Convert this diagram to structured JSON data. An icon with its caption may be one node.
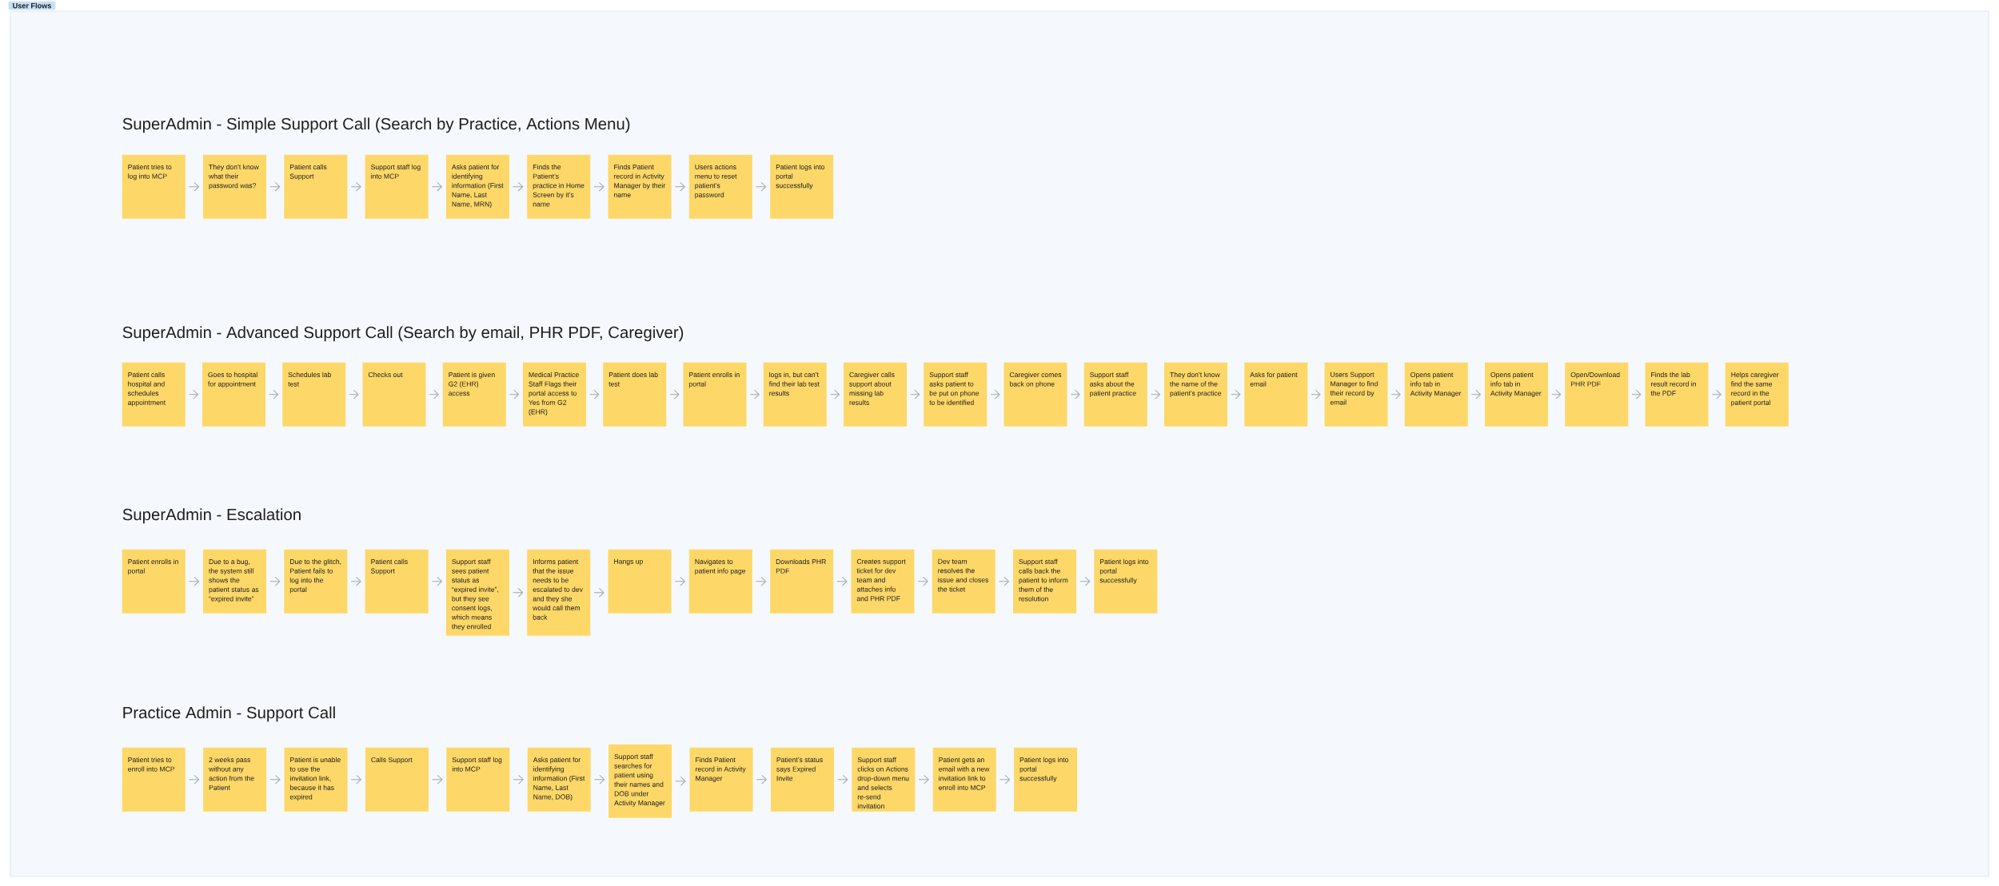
{
  "diagram": {
    "nodes": [
      {
        "text": [
          "Patient tries to log into MCP"
        ]
      },
      {
        "text": [
          "They don’t know what their password was?"
        ]
      },
      {
        "text": [
          "Patient calls Support"
        ]
      },
      {
        "text": [
          "Support staff log into MCP"
        ]
      },
      {
        "text": [
          "Asks patient for identifying information (First Name, Last Name, MRN)"
        ]
      },
      {
        "text": [
          "Finds the Patient’s practice in Home Screen by it’s name"
        ]
      },
      {
        "text": [
          "Finds Patient record in Activity Manager by their name"
        ]
      },
      {
        "text": [
          "Users actions menu to reset patient’s password"
        ]
      },
      {
        "text": [
          "Patient logs into portal successfully"
        ]
      },
      {
        "text": [
          "Patient calls hospital and schedules appointment"
        ]
      },
      {
        "text": [
          "Goes to hospital for appointment"
        ]
      },
      {
        "text": [
          "Schedules lab test"
        ]
      },
      {
        "text": [
          "Checks out"
        ]
      },
      {
        "text": [
          "Patient is given G2 (EHR) access"
        ]
      },
      {
        "text": [
          "Medical Practice Staff Flags their portal access to Yes from G2 (EHR)"
        ]
      },
      {
        "text": [
          "Patient does lab test"
        ]
      },
      {
        "text": [
          "Patient enrolls in portal"
        ]
      },
      {
        "text": [
          "logs in, but can’t find their lab test results"
        ]
      },
      {
        "text": [
          "Caregiver calls support about missing lab results"
        ]
      },
      {
        "text": [
          "Support staff asks patient to be put on phone to be identified"
        ]
      },
      {
        "text": [
          "Caregiver comes back on phone"
        ]
      },
      {
        "text": [
          "Support staff asks about the patient practice"
        ]
      },
      {
        "text": [
          "They don’t know the name of the patient’s practice"
        ]
      },
      {
        "text": [
          "Asks for patient email"
        ]
      },
      {
        "text": [
          "Users Support Manager to find their record by email"
        ]
      },
      {
        "text": [
          "Opens patient info tab in Activity Manager"
        ]
      },
      {
        "text": [
          "Opens patient info tab in Activity Manager"
        ]
      },
      {
        "text": [
          "Open/Download PHR PDF"
        ]
      },
      {
        "text": [
          "Finds the lab result record in the PDF"
        ]
      },
      {
        "text": [
          "Helps caregiver find the same record in the patient portal"
        ]
      },
      {
        "text": [
          "Patient enrolls in portal"
        ]
      },
      {
        "text": [
          "Due to a bug, the system still shows the patient status as “expired invite”"
        ]
      },
      {
        "text": [
          "Due to the glitch, Patient fails to log into the portal"
        ]
      },
      {
        "text": [
          "Patient calls Support"
        ]
      },
      {
        "text": [
          "Support staff sees patient status as “expired invite”, but they see consent logs, which means they enrolled"
        ]
      },
      {
        "text": [
          "Informs patient that the issue needs to be escalated to dev and they she would call them back"
        ]
      },
      {
        "text": [
          "Hangs up"
        ]
      },
      {
        "text": [
          "Navigates to patient info page"
        ]
      },
      {
        "text": [
          "Downloads PHR PDF"
        ]
      },
      {
        "text": [
          "Creates support ticket for dev team and attaches info and PHR PDF"
        ]
      },
      {
        "text": [
          "Dev team resolves the issue and closes the ticket"
        ]
      },
      {
        "text": [
          "Support staff calls back the patient to inform them of the resolution"
        ]
      },
      {
        "text": [
          "Patient logs into portal successfully"
        ]
      },
      {
        "text": [
          "Patient tries to enroll into MCP"
        ]
      },
      {
        "text": [
          "2 weeks pass without any action from the Patient"
        ]
      },
      {
        "text": [
          "Patient is unable to use the invitation link, because it has expired"
        ]
      },
      {
        "text": [
          "Calls Support"
        ]
      },
      {
        "text": [
          "Support staff log into MCP"
        ]
      },
      {
        "text": [
          "Asks patient for identifying information (First Name, Last Name, DOB)"
        ]
      },
      {
        "text": [
          "Support staff searches for patient using their names and DOB under Activity Manager"
        ]
      },
      {
        "text": [
          "Finds Patient record in Activity Manager"
        ]
      },
      {
        "text": [
          "Patient’s status says Expired Invite"
        ]
      },
      {
        "text": [
          "Support staff clicks on Actions drop-down menu and selects re-send invitation"
        ]
      },
      {
        "text": [
          "Patient gets an email with a new invitation link to enroll into MCP"
        ]
      },
      {
        "text": [
          "Patient logs into portal successfully"
        ]
      }
    ],
    "edges": [
      {
        "from": 0,
        "to": 1,
        "arrow": "to"
      },
      {
        "from": 1,
        "to": 2,
        "arrow": "to"
      },
      {
        "from": 2,
        "to": 3,
        "arrow": "to"
      },
      {
        "from": 3,
        "to": 4,
        "arrow": "to"
      },
      {
        "from": 4,
        "to": 5,
        "arrow": "to"
      },
      {
        "from": 5,
        "to": 6,
        "arrow": "to"
      },
      {
        "from": 6,
        "to": 7,
        "arrow": "to"
      },
      {
        "from": 7,
        "to": 8,
        "arrow": "to"
      },
      {
        "from": 9,
        "to": 10,
        "arrow": "to"
      },
      {
        "from": 10,
        "to": 11,
        "arrow": "to"
      },
      {
        "from": 11,
        "to": 12,
        "arrow": "to"
      },
      {
        "from": 12,
        "to": 13,
        "arrow": "to"
      },
      {
        "from": 13,
        "to": 14,
        "arrow": "to"
      },
      {
        "from": 14,
        "to": 15,
        "arrow": "to"
      },
      {
        "from": 15,
        "to": 16,
        "arrow": "to"
      },
      {
        "from": 16,
        "to": 17,
        "arrow": "to"
      },
      {
        "from": 17,
        "to": 18,
        "arrow": "to"
      },
      {
        "from": 18,
        "to": 19,
        "arrow": "to"
      },
      {
        "from": 19,
        "to": 20,
        "arrow": "to"
      },
      {
        "from": 20,
        "to": 21,
        "arrow": "to"
      },
      {
        "from": 21,
        "to": 22,
        "arrow": "to"
      },
      {
        "from": 22,
        "to": 23,
        "arrow": "to"
      },
      {
        "from": 23,
        "to": 24,
        "arrow": "to"
      },
      {
        "from": 24,
        "to": 25,
        "arrow": "to"
      },
      {
        "from": 25,
        "to": 26,
        "arrow": "to"
      },
      {
        "from": 26,
        "to": 27,
        "arrow": "to"
      },
      {
        "from": 27,
        "to": 28,
        "arrow": "to"
      },
      {
        "from": 28,
        "to": 29,
        "arrow": "to"
      },
      {
        "from": 30,
        "to": 31,
        "arrow": "to"
      },
      {
        "from": 31,
        "to": 32,
        "arrow": "to"
      },
      {
        "from": 32,
        "to": 33,
        "arrow": "to"
      },
      {
        "from": 33,
        "to": 34,
        "arrow": "to"
      },
      {
        "from": 34,
        "to": 35,
        "arrow": "to"
      },
      {
        "from": 35,
        "to": 36,
        "arrow": "to"
      },
      {
        "from": 36,
        "to": 37,
        "arrow": "to"
      },
      {
        "from": 37,
        "to": 38,
        "arrow": "to"
      },
      {
        "from": 38,
        "to": 39,
        "arrow": "to"
      },
      {
        "from": 39,
        "to": 40,
        "arrow": "to"
      },
      {
        "from": 40,
        "to": 41,
        "arrow": "to"
      },
      {
        "from": 41,
        "to": 42,
        "arrow": "to"
      },
      {
        "from": 43,
        "to": 44,
        "arrow": "to"
      },
      {
        "from": 44,
        "to": 45,
        "arrow": "to"
      },
      {
        "from": 45,
        "to": 46,
        "arrow": "to"
      },
      {
        "from": 46,
        "to": 47,
        "arrow": "to"
      },
      {
        "from": 47,
        "to": 48,
        "arrow": "to"
      },
      {
        "from": 48,
        "to": 49,
        "arrow": "to"
      },
      {
        "from": 49,
        "to": 50,
        "arrow": "to"
      },
      {
        "from": 50,
        "to": 51,
        "arrow": "to"
      },
      {
        "from": 51,
        "to": 52,
        "arrow": "to"
      },
      {
        "from": 52,
        "to": 53,
        "arrow": "to"
      },
      {
        "from": 53,
        "to": 54,
        "arrow": "to"
      }
    ],
    "labels": [
      "User Flows",
      "SuperAdmin - Simple Support Call (Search by Practice, Actions Menu)",
      "SuperAdmin - Advanced Support Call (Search by email, PHR PDF, Caregiver)",
      "SuperAdmin - Escalation",
      "Practice Admin - Support Call"
    ]
  }
}
